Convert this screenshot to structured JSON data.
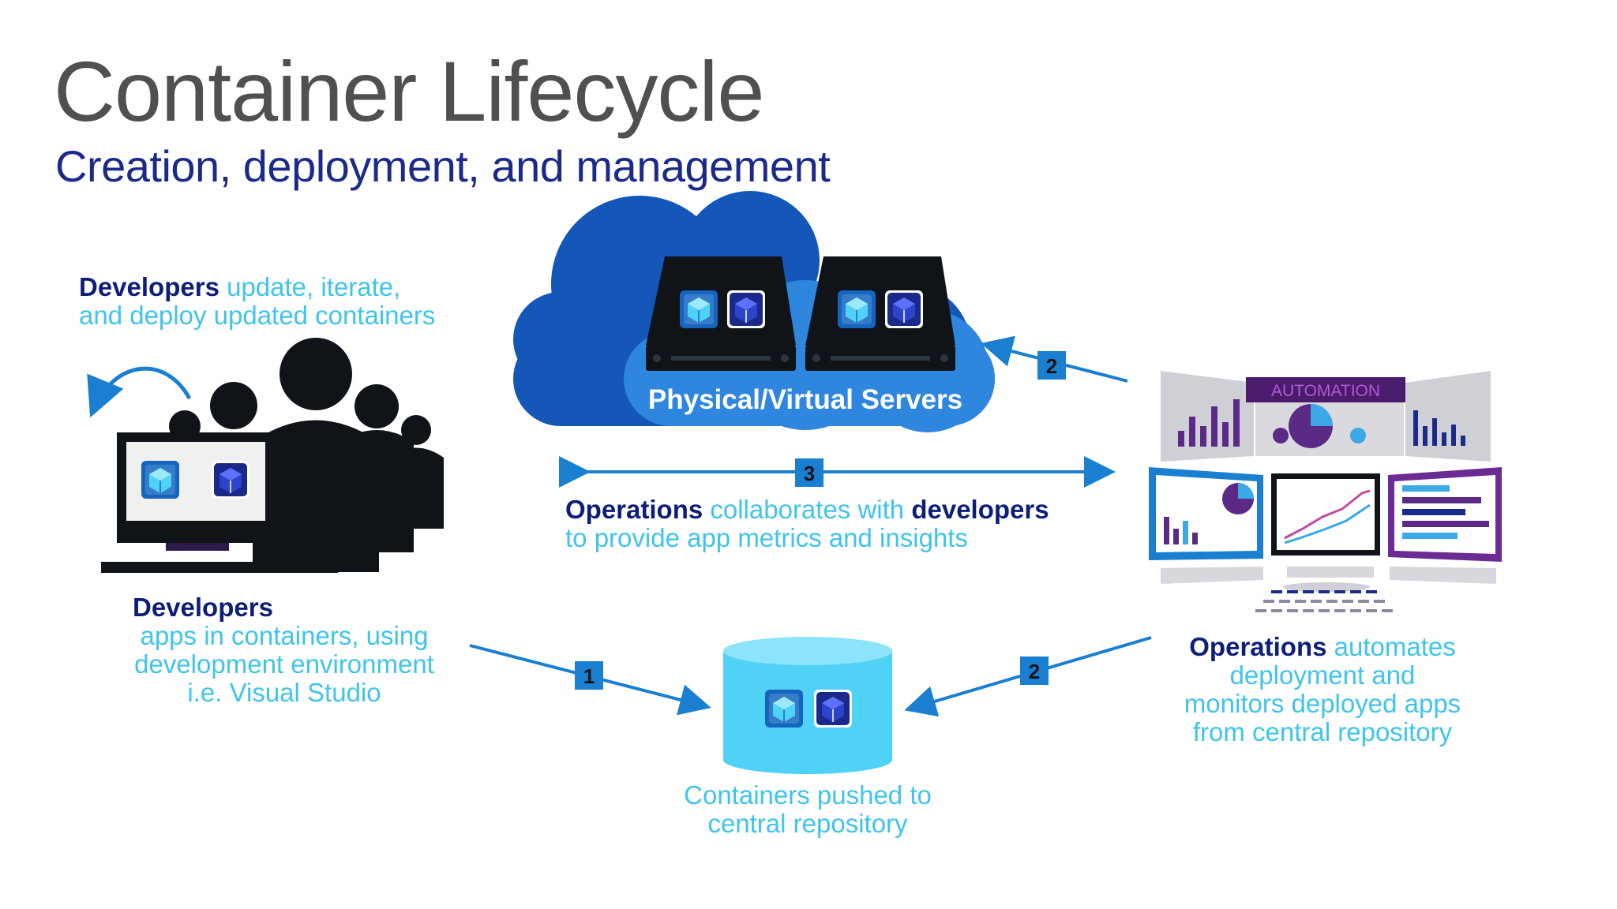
{
  "title": "Container Lifecycle",
  "subtitle": "Creation, deployment, and management",
  "cloud": {
    "label": "Physical/Virtual Servers"
  },
  "developers_top": {
    "strong": "Developers",
    "line1_rest": " update, iterate,",
    "line2": "and deploy updated containers"
  },
  "developers_bottom": {
    "strong": "Developers",
    "line2": "apps in containers, using",
    "line3": "development environment",
    "line4": "i.e. Visual Studio"
  },
  "collab": {
    "ops": "Operations",
    "mid": " collaborates with ",
    "devs": "developers",
    "line2": "to provide app metrics and insights"
  },
  "repository": {
    "line1": "Containers pushed to",
    "line2": "central repository"
  },
  "operations": {
    "strong": "Operations",
    "line1_rest": " automates",
    "line2": "deployment and",
    "line3": "monitors deployed apps",
    "line4": "from central repository"
  },
  "dashboard": {
    "banner": "AUTOMATION"
  },
  "steps": {
    "push": "1",
    "to_servers": "2",
    "from_repo": "2",
    "collaborate": "3"
  },
  "colors": {
    "title_gray": "#505050",
    "navy": "#0d1e7a",
    "light_blue": "#3fc4ec",
    "arrow_blue": "#1a7fd0",
    "cloud_blue": "#1457b8",
    "repo_cyan": "#4fd2f5",
    "purple": "#5b2a86"
  },
  "icons": [
    "container-cube-icon",
    "server-icon",
    "cloud-icon",
    "people-icon",
    "monitor-icon",
    "database-icon",
    "refresh-arrow-icon"
  ]
}
